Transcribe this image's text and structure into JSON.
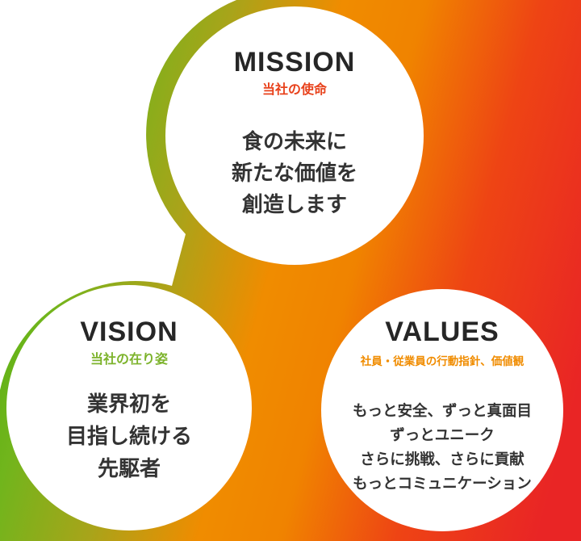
{
  "sections": {
    "mission": {
      "title": "MISSION",
      "subtitle": "当社の使命",
      "subtitle_color": "#e8421c",
      "lines": [
        "食の未来に",
        "新たな価値を",
        "創造します"
      ]
    },
    "vision": {
      "title": "VISION",
      "subtitle": "当社の在り姿",
      "subtitle_color": "#7db32c",
      "lines": [
        "業界初を",
        "目指し続ける",
        "先駆者"
      ]
    },
    "values": {
      "title": "VALUES",
      "subtitle": "社員・従業員の行動指針、価値観",
      "subtitle_color": "#f08c00",
      "lines": [
        "もっと安全、ずっと真面目",
        "ずっとユニーク",
        "さらに挑戦、さらに貢献",
        "もっとコミュニケーション"
      ]
    }
  },
  "colors": {
    "gradient_green": "#4cae0e",
    "gradient_yellow_green": "#71b51c",
    "gradient_olive": "#a8a41a",
    "gradient_orange": "#f08c00",
    "gradient_red_orange": "#ee4414",
    "gradient_red": "#e92525",
    "title_text": "#262626",
    "body_text": "#333333",
    "circle_fill": "#ffffff"
  }
}
